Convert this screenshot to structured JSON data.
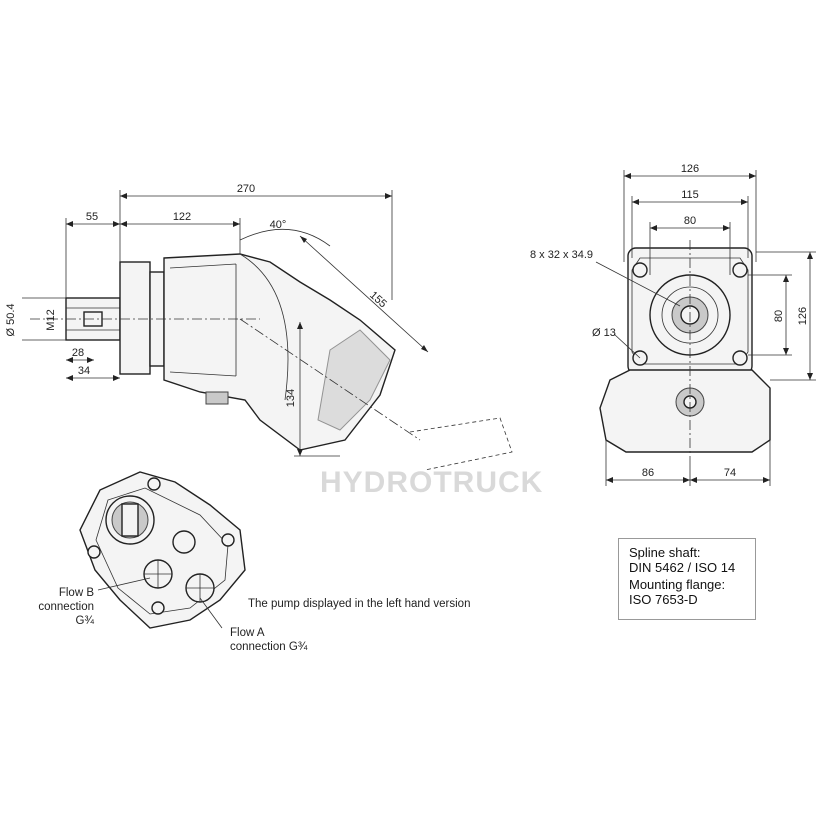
{
  "side_view": {
    "dims": {
      "overall_length": "270",
      "shaft_to_flange": "55",
      "flange_to_bend": "122",
      "angle": "40°",
      "bent_length": "155",
      "bent_height": "134",
      "thread": "M12",
      "shaft_dia": "Ø 50.4",
      "shaft_28": "28",
      "shaft_34": "34"
    }
  },
  "end_view": {
    "dims": {
      "width_126": "126",
      "width_115": "115",
      "width_80": "80",
      "height_80": "80",
      "height_126": "126",
      "spline": "8 x 32 x 34.9",
      "hole_dia": "Ø 13",
      "left_86": "86",
      "right_74": "74"
    }
  },
  "port_view": {
    "flow_b": "Flow B\nconnection G¾",
    "flow_a": "Flow A\nconnection G¾",
    "caption": "The pump displayed in the left hand version"
  },
  "spec": {
    "spline_label": "Spline shaft:",
    "spline_value": "DIN 5462 / ISO 14",
    "flange_label": "Mounting flange:",
    "flange_value": "ISO 7653-D"
  },
  "watermark": "HYDROTRUCK",
  "colors": {
    "line": "#222222",
    "shade": "#c9c9c9",
    "background": "#ffffff"
  }
}
